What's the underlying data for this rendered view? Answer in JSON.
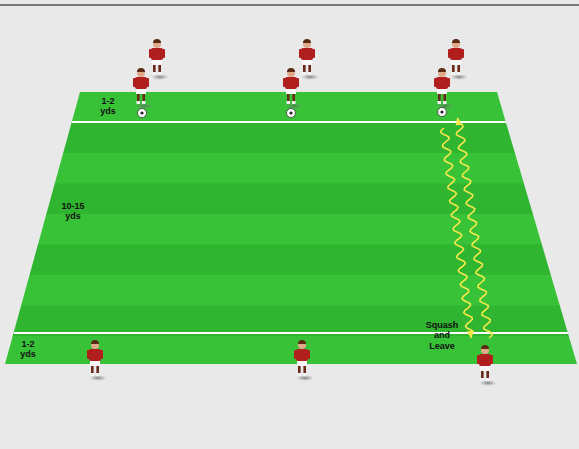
{
  "diagram": {
    "labels": [
      "1-2 yds",
      "10-15 yds",
      "1-2 yds",
      "Squash and Leave"
    ]
  }
}
